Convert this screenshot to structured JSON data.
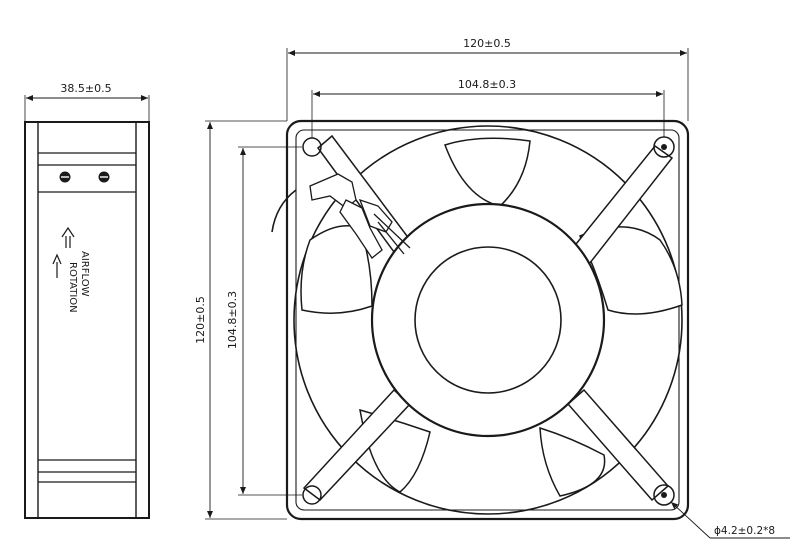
{
  "dimensions": {
    "side_depth": "38.5±0.5",
    "overall_width": "120±0.5",
    "hole_spacing_horizontal": "104.8±0.3",
    "overall_height": "120±0.5",
    "hole_spacing_vertical": "104.8±0.3",
    "hole_callout": "ϕ4.2±0.2*8"
  },
  "side_view": {
    "airflow_label": "AIRFLOW",
    "rotation_label": "ROTATION"
  },
  "colors": {
    "ink": "#1a1a1a",
    "background": "#ffffff"
  }
}
